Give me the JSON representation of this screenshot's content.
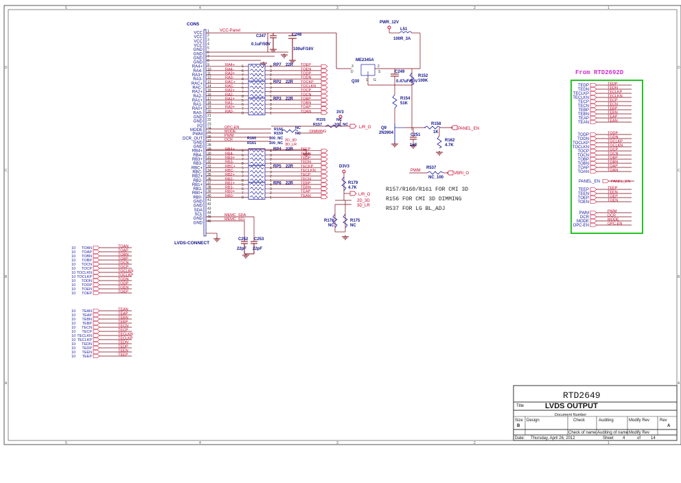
{
  "colors": {
    "net": "#c8002a",
    "wire": "#7a0010",
    "box": "#1a1aa0",
    "green": "#22c422",
    "title": "#d030d0",
    "grid": "#555555",
    "part": "#10108a"
  },
  "border": {
    "columns": [
      "5",
      "4",
      "3",
      "2",
      "1"
    ],
    "rows": [
      "D",
      "C",
      "B",
      "A"
    ]
  },
  "connector": {
    "ref": "CON5",
    "name": "LVDS-CONNECT",
    "pin_names": [
      "VCC",
      "VCC",
      "VCC",
      "VCC",
      "GND",
      "GND",
      "GND",
      "GND",
      "RA4+",
      "RA4-",
      "RA3+",
      "RA3-",
      "RAC+",
      "RAC-",
      "RA2+",
      "RA2-",
      "RA1+",
      "RA1-",
      "RA0+",
      "RA0-",
      "GND",
      "GND",
      "I/O",
      "MODE",
      "PWM",
      "DCR_OUT",
      "GND",
      "GND",
      "RB4+",
      "RB4-",
      "RB3+",
      "RB3-",
      "RBC+",
      "RBC-",
      "RB2+",
      "RB2-",
      "RB1+",
      "RB1-",
      "RB0+",
      "RB0-",
      "GND",
      "GND",
      "SDA",
      "SCL",
      "GND",
      "GND"
    ],
    "pin_numbers": [
      "1",
      "2",
      "3",
      "4",
      "5",
      "6",
      "7",
      "8",
      "9",
      "10",
      "11",
      "12",
      "13",
      "14",
      "15",
      "16",
      "17",
      "18",
      "19",
      "20",
      "21",
      "22",
      "23",
      "24",
      "25",
      "26",
      "27",
      "28",
      "29",
      "30",
      "31",
      "32",
      "33",
      "34",
      "35",
      "36",
      "37",
      "38",
      "39",
      "40",
      "41",
      "42",
      "43",
      "44",
      "45",
      "46"
    ],
    "nets": {
      "9": "RA4+",
      "10": "RA4-",
      "11": "RA3+",
      "12": "RA3-",
      "13": "RAC+",
      "14": "RAC-",
      "15": "RA2+",
      "16": "RA2-",
      "17": "RA1+",
      "18": "RA1-",
      "19": "RA0+",
      "20": "RA0-",
      "29": "RB4+",
      "30": "RB4-",
      "31": "RB3+",
      "32": "RB3-",
      "33": "RBC+",
      "34": "RBC-",
      "35": "RB2+",
      "36": "RB2-",
      "37": "RB1+",
      "38": "RB1-",
      "39": "RB0+",
      "40": "RB0-"
    },
    "vcc_net": "VCC-Panel",
    "opc_net": "OPC-EN",
    "mode_net": "MODE",
    "pwm_net": "PWM",
    "dcr_net": "DCR",
    "memc_sda": "MEMC_SDA",
    "memc_scl": "MEMC_SCL"
  },
  "resnets": [
    {
      "ref": "RP7",
      "value": "22R",
      "inner": [
        "5",
        "6",
        "7",
        "8"
      ],
      "outer": [
        "4",
        "3",
        "2",
        "1"
      ],
      "outputs": [
        "TOEP",
        "TOEN",
        "TODP",
        "TODN"
      ]
    },
    {
      "ref": "RP2",
      "value": "22R",
      "inner": [
        "5",
        "6",
        "7",
        "8"
      ],
      "outer": [
        "4",
        "3",
        "2",
        "1"
      ],
      "outputs": [
        "TOCKP",
        "TOCLKN",
        "TOCP",
        "TOCN"
      ]
    },
    {
      "ref": "RP3",
      "value": "22R",
      "inner": [
        "5",
        "6",
        "7",
        "8"
      ],
      "outer": [
        "4",
        "3",
        "2",
        "1"
      ],
      "outputs": [
        "TOBP",
        "TOBN",
        "TOAP",
        "TOAN"
      ]
    },
    {
      "ref": "RP4",
      "value": "22R",
      "inner": [
        "5",
        "6",
        "7",
        "8"
      ],
      "outer": [
        "4",
        "3",
        "2",
        "1"
      ],
      "outputs": [
        "TEEP",
        "TEEN",
        "TEDP",
        "TEDN"
      ]
    },
    {
      "ref": "RP5",
      "value": "22R",
      "inner": [
        "5",
        "6",
        "7",
        "8"
      ],
      "outer": [
        "4",
        "3",
        "2",
        "1"
      ],
      "outputs": [
        "TECKP",
        "TECLKN",
        "TECP",
        "TECN"
      ]
    },
    {
      "ref": "RP6",
      "value": "22R",
      "inner": [
        "5",
        "6",
        "7",
        "8"
      ],
      "outer": [
        "4",
        "3",
        "2",
        "1"
      ],
      "outputs": [
        "TEBP",
        "TEBN",
        "TEAP",
        "TEAN"
      ]
    }
  ],
  "caps": {
    "c247": {
      "ref": "C247",
      "value": "0.1uF/50V"
    },
    "c248": {
      "ref": "C248",
      "value": "100uF/16V"
    },
    "c249": {
      "ref": "C249",
      "value": "0.47uF/50V"
    },
    "c251": {
      "ref": "C251",
      "value": "1uF"
    },
    "c252": {
      "ref": "C252",
      "value": "22pF"
    },
    "c253": {
      "ref": "C253",
      "value": "22pF"
    }
  },
  "power": {
    "pwr12": "PWR_12V",
    "l51_ref": "L51",
    "l51_val": "100R_3A",
    "mosfet": "ME2345A",
    "q30": "Q30",
    "r152": "R152",
    "r152_val": "100K",
    "r154": "R154",
    "r154_val": "51K",
    "q9": "Q9",
    "q9_val": "2N3904",
    "r158": "R158",
    "r158_val": "1K",
    "r162": "R162",
    "r162_val": "4.7K",
    "panel_en": "PANEL_EN",
    "pin_s": "S",
    "pin_d": "D",
    "pin_g": "G",
    "pin1": "1",
    "pin2": "2",
    "pin3": "3"
  },
  "misc": {
    "r155": "R155",
    "r155_val": "NC",
    "r157": "R157",
    "r157_val": "100_NC",
    "lr_o": "L/R_O",
    "v3v3": "3V3",
    "r156": "R156",
    "r156_val": "NC",
    "r159": "R159",
    "r159_val": "NC",
    "dimming": "DIMMING",
    "r160": "R160",
    "r160_val": "100_NC",
    "r161": "R161",
    "r161_val": "100_NC",
    "n2d3d": "2D_3D",
    "n3dlr": "3D_LR",
    "d3v3": "D3V3",
    "r179": "R179",
    "r179_val": "4.7K",
    "r178": "R178",
    "r178_val": "NC",
    "r175": "R175",
    "r175_val": "NC",
    "lr_o2": "L/R_O",
    "n2d3d_2": "2D_3D",
    "n3dlr_2": "3D_LR",
    "r537": "R537",
    "r537_val": "NC_100",
    "pwm": "PWM",
    "vbri": "VBRI_O"
  },
  "notes": [
    "R157/R160/R161 FOR CMI 3D",
    "R156 FOR CMI 3D DIMMING",
    "R537 FOR LG BL_ADJ"
  ],
  "rtd_block": {
    "title": "From RTD2692D",
    "group1": [
      [
        "TEDP",
        "TEDP"
      ],
      [
        "TEDN",
        "TEDN"
      ],
      [
        "TECLKP",
        "TECLKP"
      ],
      [
        "TECLKN",
        "TECLKN"
      ],
      [
        "TECP",
        "TECP"
      ],
      [
        "TECN",
        "TECN"
      ],
      [
        "TEBP",
        "TEBP"
      ],
      [
        "TEBN",
        "TEBN"
      ],
      [
        "TEAP",
        "TEAP"
      ],
      [
        "TEAN",
        "TEAN"
      ]
    ],
    "group2": [
      [
        "TODP",
        "TODP"
      ],
      [
        "TODN",
        "TODN"
      ],
      [
        "TOCLKP",
        "TOCLKP"
      ],
      [
        "TOCLKN",
        "TOCLKN"
      ],
      [
        "TOCP",
        "TOCP"
      ],
      [
        "TOCN",
        "TOCN"
      ],
      [
        "TOBP",
        "TOBP"
      ],
      [
        "TOBN",
        "TOBN"
      ],
      [
        "TOAP",
        "TOAP"
      ],
      [
        "TOAN",
        "TOAN"
      ]
    ],
    "panel_en": [
      "PANEL_EN",
      "PANEL_EN"
    ],
    "group3": [
      [
        "TEEP",
        "TEEP"
      ],
      [
        "TEEN",
        "TEEN"
      ],
      [
        "TOEP",
        "TOEP"
      ],
      [
        "TOEN",
        "TOEN"
      ]
    ],
    "group4": [
      [
        "PWM",
        "PWM"
      ],
      [
        "DCR",
        "DCR"
      ],
      [
        "MODE",
        "MODE"
      ],
      [
        "OPC-EN",
        "OPC-EN"
      ]
    ]
  },
  "left_odd": {
    "prefix": "10",
    "rows": [
      [
        "TOAN",
        "TOAN"
      ],
      [
        "TOAP",
        "TOAP"
      ],
      [
        "TOBN",
        "TOBN"
      ],
      [
        "TOBP",
        "TOBP"
      ],
      [
        "TOCN",
        "TOCN"
      ],
      [
        "TOCP",
        "TOCP"
      ],
      [
        "TOCLKN",
        "TOCLKN"
      ],
      [
        "TOCLKP",
        "TOCLKP"
      ],
      [
        "TODN",
        "TODN"
      ],
      [
        "TODP",
        "TODP"
      ],
      [
        "TOEN",
        "TOEN"
      ],
      [
        "TOEP",
        "TOEP"
      ]
    ]
  },
  "left_even": {
    "prefix": "10",
    "rows": [
      [
        "TEAN",
        "TEAN"
      ],
      [
        "TEAP",
        "TEAP"
      ],
      [
        "TEBN",
        "TEBN"
      ],
      [
        "TEBP",
        "TEBP"
      ],
      [
        "TECN",
        "TECN"
      ],
      [
        "TECP",
        "TECP"
      ],
      [
        "TECLKN",
        "TECLKN"
      ],
      [
        "TECLKP",
        "TECLKP"
      ],
      [
        "TEDN",
        "TEDN"
      ],
      [
        "TEDP",
        "TEDP"
      ],
      [
        "TEEN",
        "TEEN"
      ],
      [
        "TEEP",
        "TEEP"
      ]
    ]
  },
  "titleblock": {
    "project": "RTD2649",
    "title_label": "Title",
    "title": "LVDS OUTPUT",
    "doc_label": "Document Number",
    "size_label": "Size",
    "size": "B",
    "design_label": "Design",
    "check_label": "Check",
    "check_name": "Check of name",
    "auditing_label": "Auditing",
    "auditing_name": "Auditing of name",
    "modify_label": "Modify Rev",
    "modify_rev": "Modify Rev",
    "rev_label": "Rev",
    "rev": "A",
    "date_label": "Date:",
    "date": "Thursday, April 26, 2012",
    "sheet_label": "Sheet",
    "sheet": "4",
    "of_label": "of",
    "sheets": "14"
  }
}
